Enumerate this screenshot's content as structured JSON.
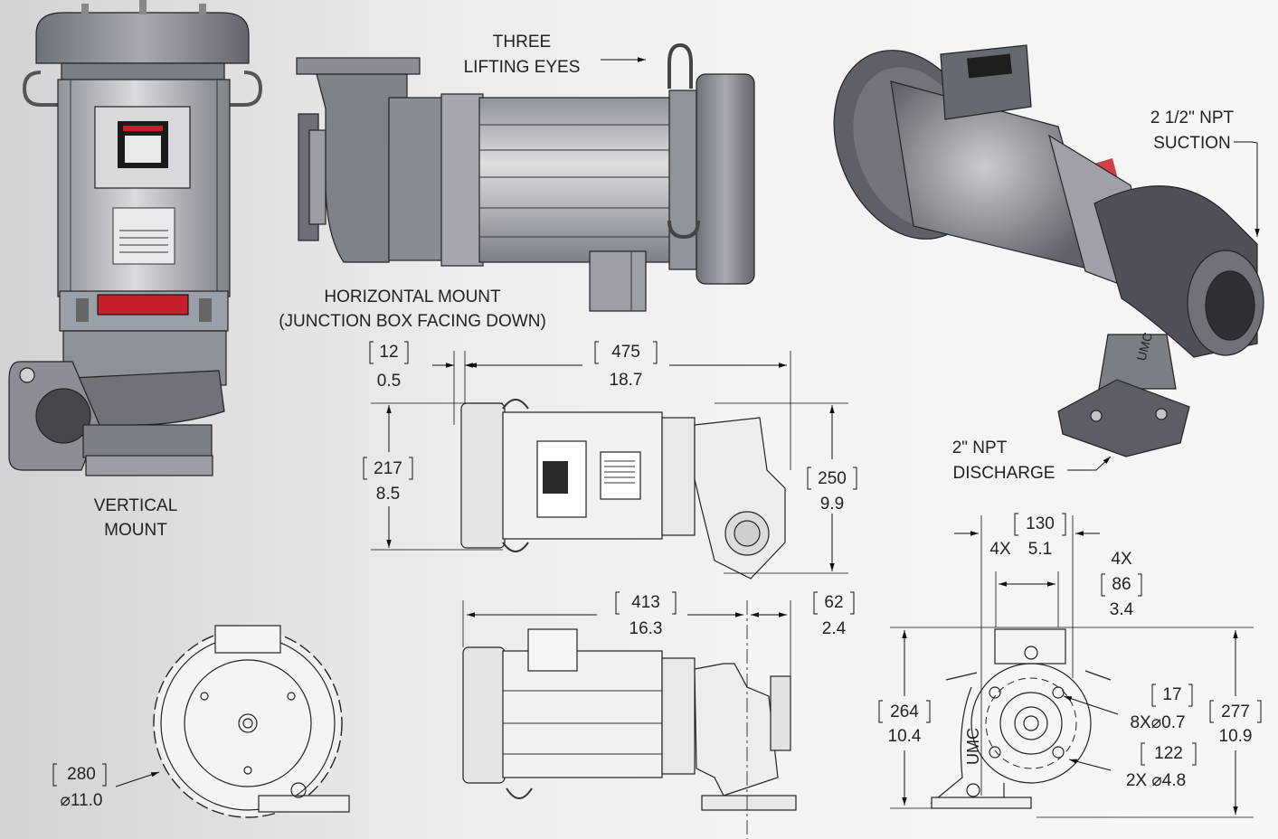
{
  "colors": {
    "body": "#9a9fa6",
    "dark": "#55595f",
    "warning_red": "#c8202a",
    "label_white": "#f2f2f2"
  },
  "labels": {
    "lifting_eyes_1": "THREE",
    "lifting_eyes_2": "LIFTING EYES",
    "horizontal_1": "HORIZONTAL MOUNT",
    "horizontal_2": "(JUNCTION BOX FACING DOWN)",
    "vertical_1": "VERTICAL",
    "vertical_2": "MOUNT",
    "suction_1": "2 1/2\" NPT",
    "suction_2": "SUCTION",
    "discharge_1": "2\" NPT",
    "discharge_2": "DISCHARGE",
    "umc_mark": "UMC"
  },
  "dims": {
    "d1_mm": "12",
    "d1_in": "0.5",
    "d2_mm": "475",
    "d2_in": "18.7",
    "d3_mm": "217",
    "d3_in": "8.5",
    "d4_mm": "250",
    "d4_in": "9.9",
    "d5_mm": "413",
    "d5_in": "16.3",
    "d6_mm": "62",
    "d6_in": "2.4",
    "d7_mm": "280",
    "d7_in": "⌀11.0",
    "d8_qty": "4X",
    "d8_mm": "130",
    "d8_in": "5.1",
    "d9_qty": "4X",
    "d9_mm": "86",
    "d9_in": "3.4",
    "d10_mm": "264",
    "d10_in": "10.4",
    "d11_mm": "277",
    "d11_in": "10.9",
    "d12_mm": "17",
    "d12_in": "8X⌀0.7",
    "d13_mm": "122",
    "d13_in": "2X ⌀4.8"
  }
}
